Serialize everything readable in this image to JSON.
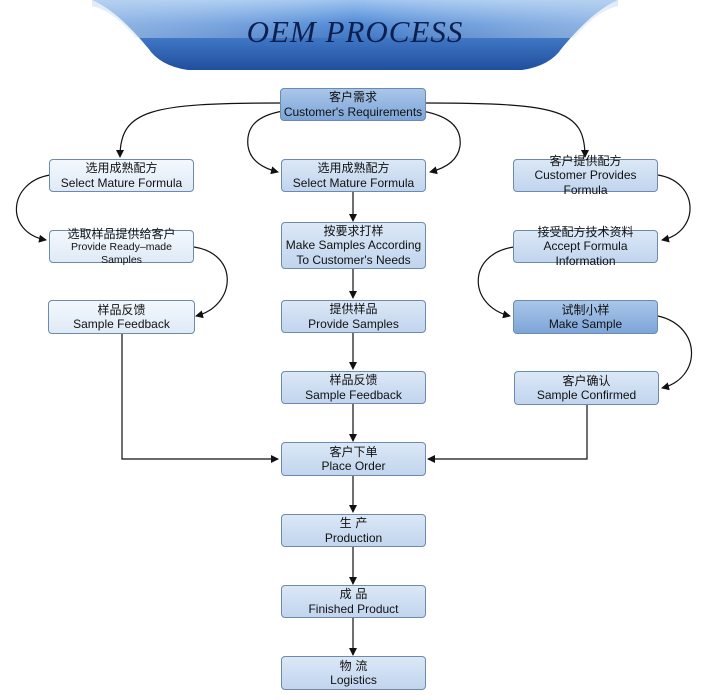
{
  "banner": {
    "title": "OEM PROCESS"
  },
  "boxes": {
    "requirements": {
      "zh": "客户需求",
      "en": "Customer's Requirements"
    },
    "left_mature": {
      "zh": "选用成熟配方",
      "en": "Select Mature Formula"
    },
    "left_ready": {
      "zh": "选取样品提供给客户",
      "en": "Provide Ready–made Samples"
    },
    "left_feedback": {
      "zh": "样品反馈",
      "en": "Sample Feedback"
    },
    "mid_mature": {
      "zh": "选用成熟配方",
      "en": "Select Mature Formula"
    },
    "mid_make": {
      "zh": "按要求打样",
      "en1": "Make Samples According",
      "en2": "To Customer's Needs"
    },
    "mid_provide": {
      "zh": "提供样品",
      "en": "Provide Samples"
    },
    "mid_feedback": {
      "zh": "样品反馈",
      "en": "Sample Feedback"
    },
    "right_provides": {
      "zh": "客户提供配方",
      "en": "Customer Provides Formula"
    },
    "right_accept": {
      "zh": "接受配方技术资料",
      "en": "Accept Formula Information"
    },
    "right_make": {
      "zh": "试制小样",
      "en": "Make Sample"
    },
    "right_confirm": {
      "zh": "客户确认",
      "en": "Sample Confirmed"
    },
    "order": {
      "zh": "客户下单",
      "en": "Place Order"
    },
    "production": {
      "zh": "生 产",
      "en": "Production"
    },
    "finished": {
      "zh": "成 品",
      "en": "Finished Product"
    },
    "logistics": {
      "zh": "物 流",
      "en": "Logistics"
    }
  },
  "colors": {
    "banner": "#3d78c8",
    "connector": "#111111",
    "box_border": "#6d8aae"
  }
}
